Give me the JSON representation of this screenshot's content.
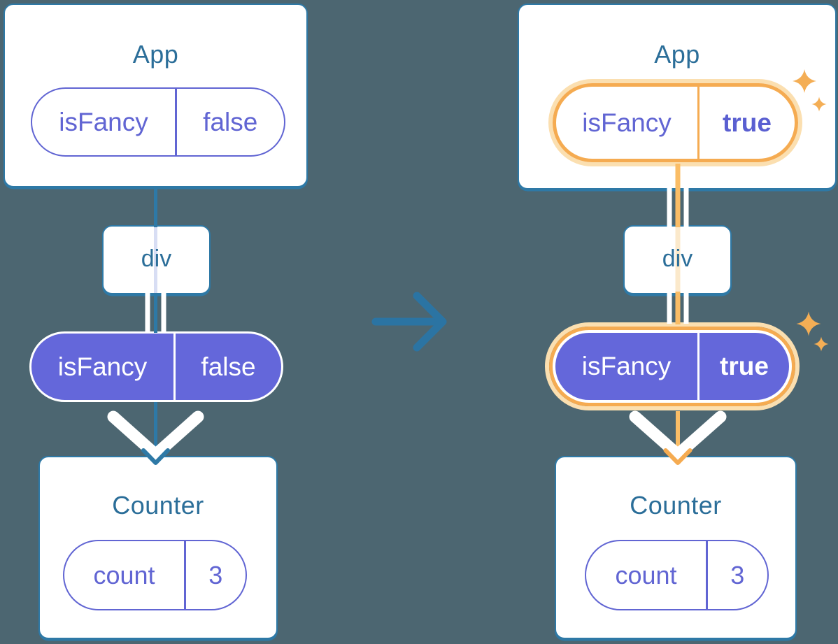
{
  "colors": {
    "background": "#4C6671",
    "card_border_blue": "#2E79A6",
    "title_text": "#2B6E99",
    "purple_text": "#6165D3",
    "purple_pill_fill": "#6467DA",
    "pale_blue_line": "#D8DEF4",
    "highlight_orange": "#F5AB51",
    "orange_line": "#FABD66",
    "pale_orange_line": "#FBE9CB",
    "pale_orange_ring": "#FBDFB0",
    "white": "#FFFFFF"
  },
  "left": {
    "app": {
      "title": "App",
      "prop_name": "isFancy",
      "prop_value": "false"
    },
    "div_label": "div",
    "pill": {
      "name": "isFancy",
      "value": "false"
    },
    "counter": {
      "title": "Counter",
      "state_name": "count",
      "state_value": "3"
    }
  },
  "right": {
    "app": {
      "title": "App",
      "prop_name": "isFancy",
      "prop_value": "true"
    },
    "div_label": "div",
    "pill": {
      "name": "isFancy",
      "value": "true"
    },
    "counter": {
      "title": "Counter",
      "state_name": "count",
      "state_value": "3"
    }
  },
  "icons": {
    "transition_arrow": "arrow-right",
    "sparkle": "four-point-sparkle"
  }
}
